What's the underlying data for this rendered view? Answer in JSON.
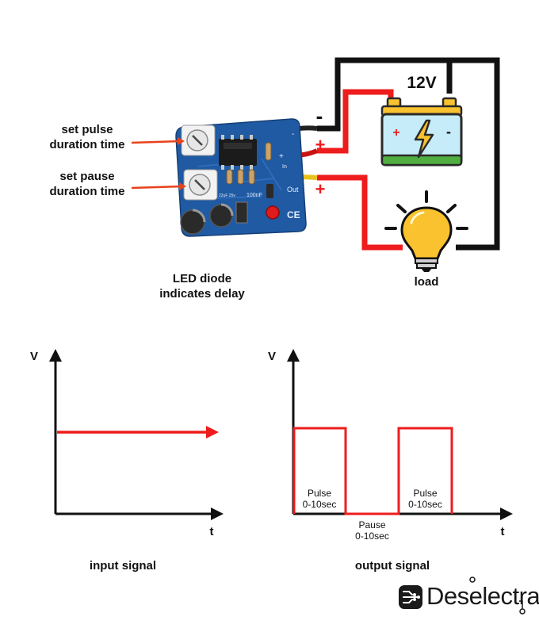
{
  "labels": {
    "set_pulse": [
      "set pulse",
      "duration time"
    ],
    "set_pause": [
      "set pause",
      "duration time"
    ],
    "led": [
      "LED diode",
      "indicates delay"
    ],
    "load": "load",
    "battery_voltage": "12V",
    "minus_sign": "-",
    "plus_sign": "+"
  },
  "board": {
    "pin_in": "In",
    "pin_out": "Out",
    "pin_plus": "+",
    "pin_minus": "-",
    "capacitor_text": "100nF",
    "cap_small": "22uF 25v",
    "ce_mark": "CE"
  },
  "chart_data": [
    {
      "type": "line",
      "title": "input signal",
      "xlabel": "t",
      "ylabel": "V",
      "series": [
        {
          "values": [
            [
              0,
              1
            ],
            [
              1,
              1
            ]
          ],
          "style": "arrow"
        }
      ],
      "color": "#ee1c1c"
    },
    {
      "type": "line",
      "title": "output signal",
      "xlabel": "t",
      "ylabel": "V",
      "segments": [
        {
          "label": [
            "Pulse",
            "0-10sec"
          ],
          "state": "high"
        },
        {
          "label": [
            "Pause",
            "0-10sec"
          ],
          "state": "low"
        },
        {
          "label": [
            "Pulse",
            "0-10sec"
          ],
          "state": "high"
        }
      ],
      "color": "#ee1c1c"
    }
  ],
  "brand": {
    "name": "Deselectra"
  },
  "colors": {
    "wire_red": "#ee1c1c",
    "wire_black": "#111111",
    "board_blue": "#1f5aa3",
    "battery_green": "#4fae3f",
    "bulb_yellow": "#f9c22e"
  }
}
